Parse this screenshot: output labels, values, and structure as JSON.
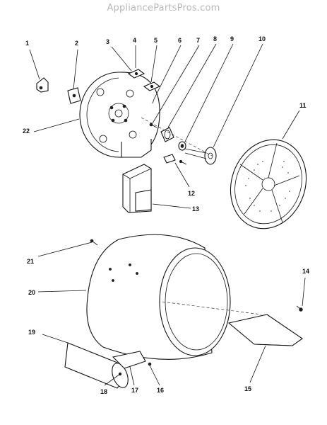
{
  "watermark": "AppliancePartsPros.com",
  "callouts": {
    "c1": "1",
    "c2": "2",
    "c3": "3",
    "c4": "4",
    "c5": "5",
    "c6": "6",
    "c7": "7",
    "c8": "8",
    "c9": "9",
    "c10": "10",
    "c11": "11",
    "c12": "12",
    "c13": "13",
    "c14": "14",
    "c15": "15",
    "c16": "16",
    "c17": "17",
    "c18": "18",
    "c19": "19",
    "c20": "20",
    "c21": "21",
    "c22": "22"
  },
  "colors": {
    "line": "#111111",
    "watermark": "#b8b8b8",
    "background": "#ffffff"
  }
}
